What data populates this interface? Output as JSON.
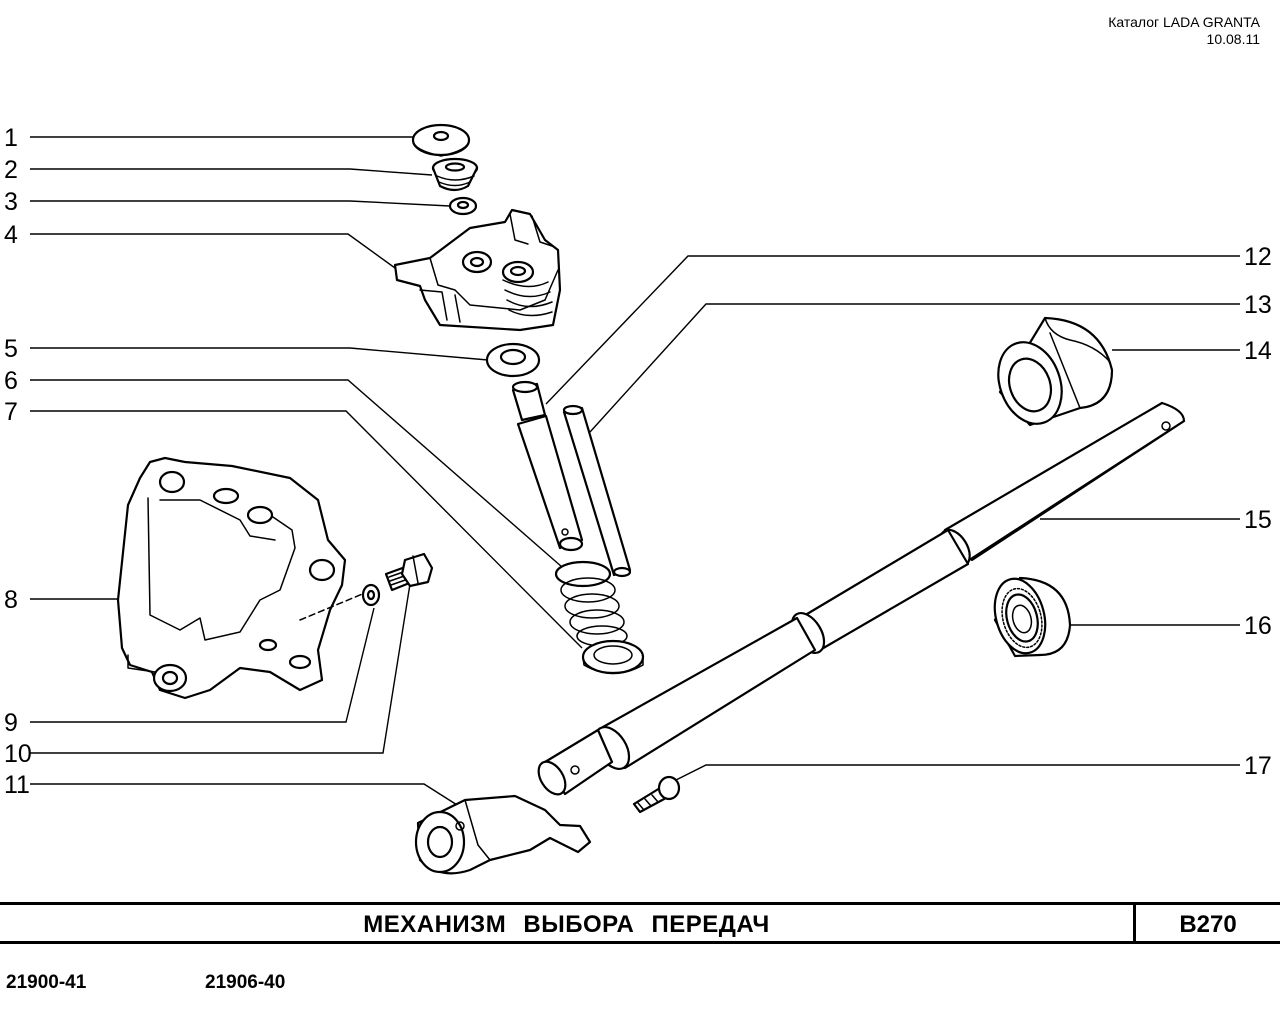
{
  "header": {
    "catalog": "Каталог LADA  GRANTA",
    "date": "10.08.11"
  },
  "callouts": [
    "1",
    "2",
    "3",
    "4",
    "5",
    "6",
    "7",
    "8",
    "9",
    "10",
    "11",
    "12",
    "13",
    "14",
    "15",
    "16",
    "17"
  ],
  "footer": {
    "title": "МЕХАНИЗМ   ВЫБОРА   ПЕРЕДАЧ",
    "code": "B270",
    "models": [
      "21900-41",
      "21906-40"
    ]
  }
}
